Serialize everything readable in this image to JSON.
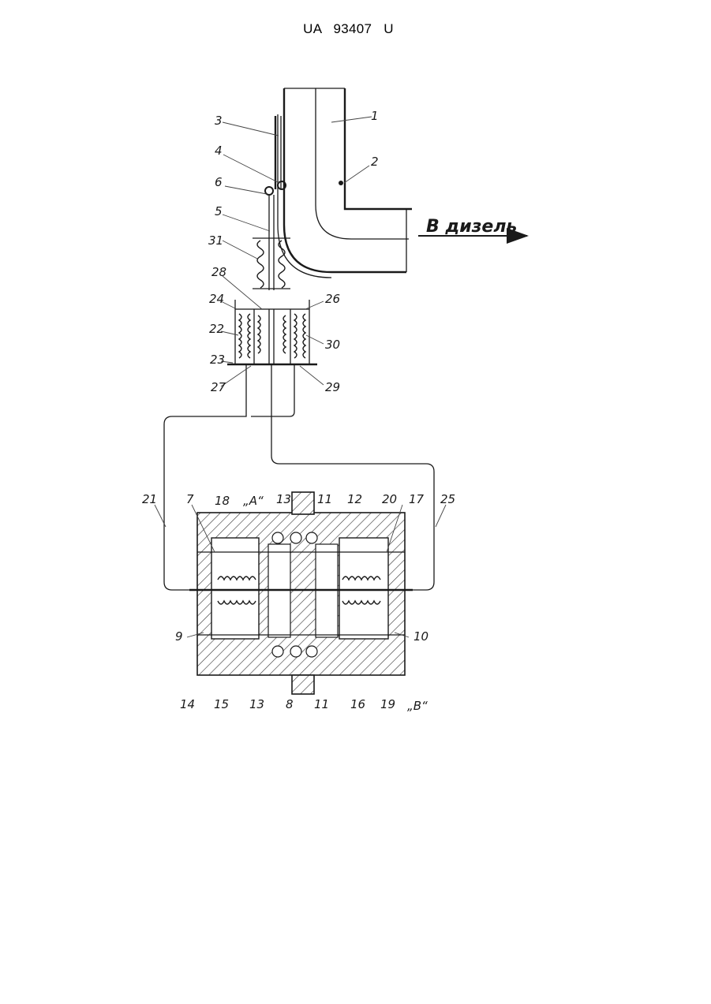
{
  "header": {
    "patent_number": "UA   93407   U"
  },
  "figure": {
    "arrow_label": "В дизель",
    "labels": [
      {
        "id": "l1",
        "text": "1"
      },
      {
        "id": "l2",
        "text": "2"
      },
      {
        "id": "l3",
        "text": "3"
      },
      {
        "id": "l4",
        "text": "4"
      },
      {
        "id": "l6",
        "text": "6"
      },
      {
        "id": "l5",
        "text": "5"
      },
      {
        "id": "l31",
        "text": "31"
      },
      {
        "id": "l28",
        "text": "28"
      },
      {
        "id": "l24",
        "text": "24"
      },
      {
        "id": "l26",
        "text": "26"
      },
      {
        "id": "l22",
        "text": "22"
      },
      {
        "id": "l30",
        "text": "30"
      },
      {
        "id": "l23",
        "text": "23"
      },
      {
        "id": "l27",
        "text": "27"
      },
      {
        "id": "l29",
        "text": "29"
      },
      {
        "id": "l21",
        "text": "21"
      },
      {
        "id": "l7",
        "text": "7"
      },
      {
        "id": "l18",
        "text": "18"
      },
      {
        "id": "lA",
        "text": "„A“"
      },
      {
        "id": "l13a",
        "text": "13"
      },
      {
        "id": "l11a",
        "text": "11"
      },
      {
        "id": "l12",
        "text": "12"
      },
      {
        "id": "l20",
        "text": "20"
      },
      {
        "id": "l17",
        "text": "17"
      },
      {
        "id": "l25",
        "text": "25"
      },
      {
        "id": "l9",
        "text": "9"
      },
      {
        "id": "l10",
        "text": "10"
      },
      {
        "id": "l14",
        "text": "14"
      },
      {
        "id": "l15",
        "text": "15"
      },
      {
        "id": "l13b",
        "text": "13"
      },
      {
        "id": "l8",
        "text": "8"
      },
      {
        "id": "l11b",
        "text": "11"
      },
      {
        "id": "l16",
        "text": "16"
      },
      {
        "id": "l19",
        "text": "19"
      },
      {
        "id": "lB",
        "text": "„B“"
      }
    ]
  }
}
